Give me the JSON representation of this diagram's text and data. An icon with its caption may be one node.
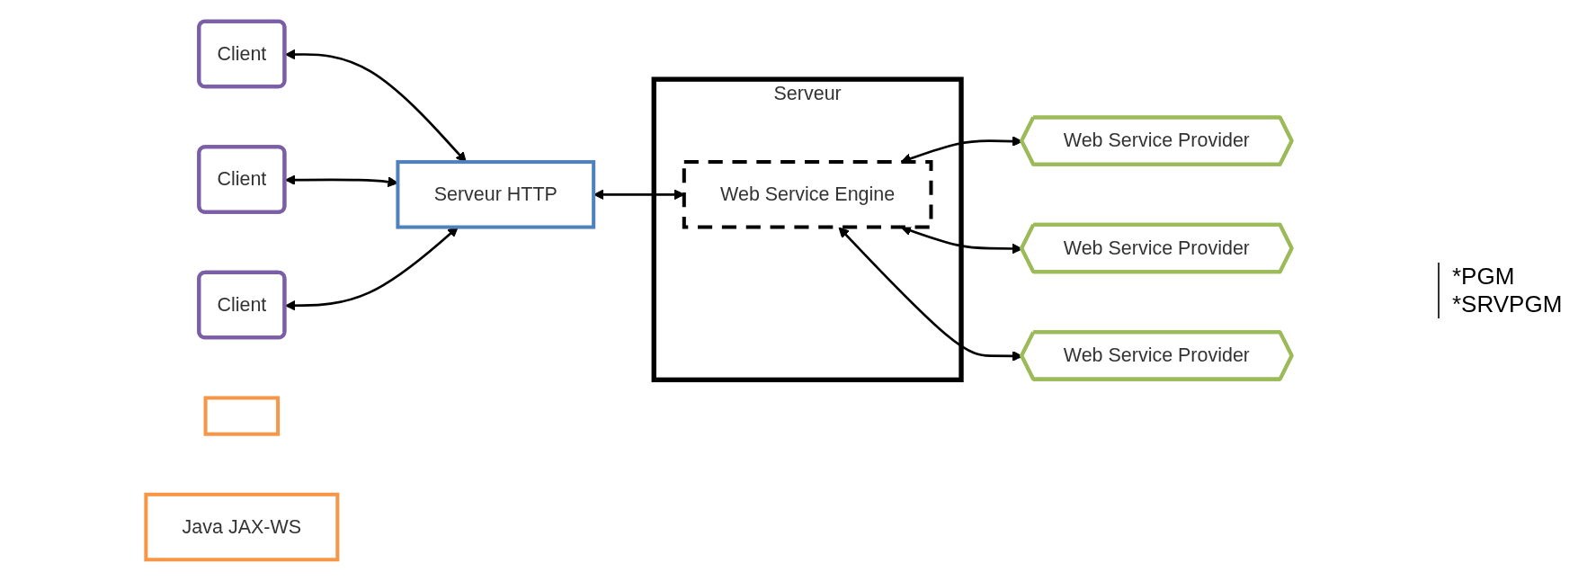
{
  "diagram": {
    "nodes": [
      {
        "text": [
          "Client"
        ]
      },
      {
        "text": [
          "Client"
        ]
      },
      {
        "text": [
          "Client"
        ]
      },
      {
        "text": [
          "Serveur HTTP"
        ]
      },
      {
        "text": [
          "Serveur"
        ]
      },
      {
        "text": [
          "Web Service Engine"
        ],
        "in": 4
      },
      {
        "text": [
          "Web Service Provider"
        ]
      },
      {
        "text": [
          "Web Service Provider"
        ]
      },
      {
        "text": [
          "Web Service Provider"
        ]
      },
      {
        "text": [],
        "shape": "box"
      },
      {
        "text": [
          "Java JAX-WS"
        ]
      }
    ],
    "edges": [
      {
        "from": 3,
        "to": 0,
        "arrow": "both"
      },
      {
        "from": 3,
        "to": 1,
        "arrow": "both"
      },
      {
        "from": 3,
        "to": 2,
        "arrow": "both"
      },
      {
        "from": 3,
        "to": 5,
        "arrow": "both"
      },
      {
        "from": 5,
        "to": 6,
        "arrow": "both"
      },
      {
        "from": 5,
        "to": 7,
        "arrow": "both"
      },
      {
        "from": 5,
        "to": 8,
        "arrow": "both"
      }
    ],
    "labels": [
      "*PGM",
      "*SRVPGM"
    ]
  }
}
